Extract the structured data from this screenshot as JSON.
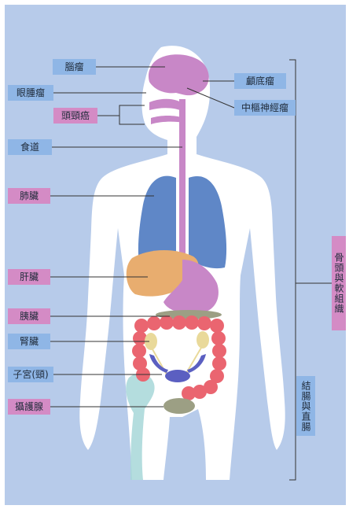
{
  "labels": {
    "brain_tumor": "腦瘤",
    "eye_tumor": "眼腫瘤",
    "head_neck": "頭頸癌",
    "esophagus": "食道",
    "lung": "肺臟",
    "liver": "肝臟",
    "pancreas": "胰臟",
    "kidney": "腎臟",
    "cervix": "子宮(頸)",
    "prostate": "攝護腺",
    "skull_base": "顱底瘤",
    "cns": "中樞神經瘤",
    "bone_soft_tissue": "骨頭與軟組織",
    "colorectal": "結腸與直腸"
  },
  "colors": {
    "background": "#b7cbea",
    "blue_label": "#8fb6e6",
    "pink_label": "#d48bc5",
    "body": "#ffffff",
    "brain": "#c887c7",
    "lung": "#5f87c7",
    "liver": "#e8ad6f",
    "colon": "#ea6570",
    "kidney": "#e9d99a",
    "uterus": "#5b5fc1",
    "prostate": "#9c9f84",
    "bone": "#a7d7d8"
  }
}
